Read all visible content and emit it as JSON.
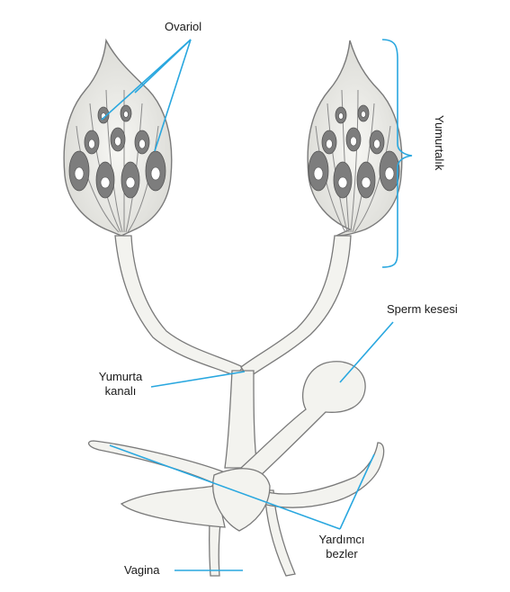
{
  "labels": {
    "ovariol": "Ovariol",
    "yumurtalik": "Yumurtalık",
    "sperm_kesesi": "Sperm kesesi",
    "yumurta_kanali_1": "Yumurta",
    "yumurta_kanali_2": "kanalı",
    "yardimci_bezler_1": "Yardımcı",
    "yardimci_bezler_2": "bezler",
    "vagina": "Vagina"
  },
  "colors": {
    "leader": "#29a7df",
    "outline": "#7a7a7a",
    "tissue": "#f3f3ef",
    "egg_dark": "#7d7d7d",
    "egg_light": "#ffffff"
  }
}
